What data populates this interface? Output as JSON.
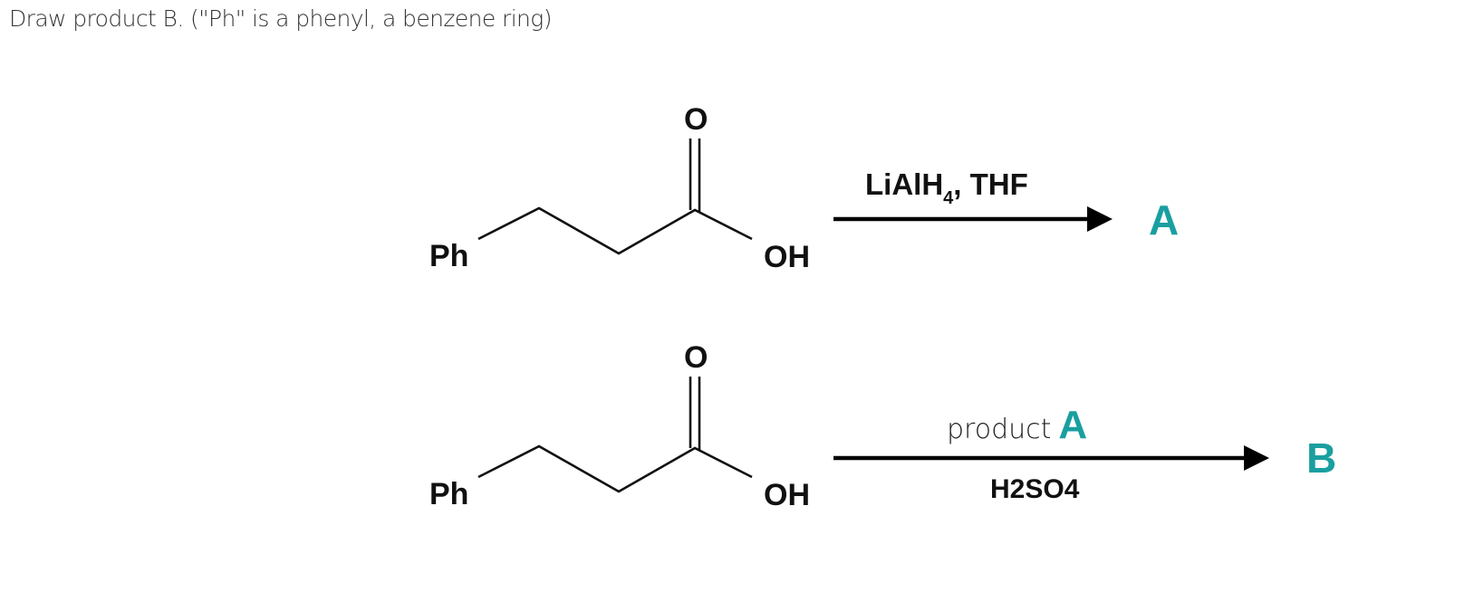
{
  "question": {
    "text": "Draw product B. (\"Ph\" is a phenyl, a benzene ring)"
  },
  "colors": {
    "accent_teal": "#1a9fa0",
    "text": "#333333",
    "structure": "#111111"
  },
  "reaction1": {
    "reactant": {
      "substituent": "Ph",
      "carbonyl_oxygen": "O",
      "hydroxyl": "OH"
    },
    "reagent_main": "LiAlH",
    "reagent_subscript": "4",
    "reagent_rest": ", THF",
    "product_label": "A"
  },
  "reaction2": {
    "reactant": {
      "substituent": "Ph",
      "carbonyl_oxygen": "O",
      "hydroxyl": "OH"
    },
    "reagent_top_word": "product",
    "reagent_top_label": "A",
    "reagent_bottom": "H2SO4",
    "product_label": "B"
  }
}
